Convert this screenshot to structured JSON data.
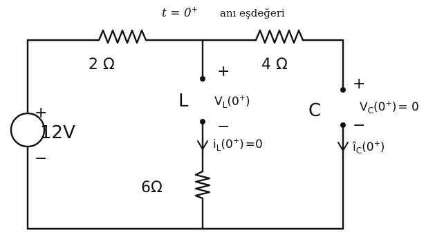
{
  "title": {
    "main": "t = 0",
    "sup": "+",
    "rest": "anı eşdeğeri"
  },
  "components": {
    "r_left": "2 Ω",
    "r_right": "4 Ω",
    "r_bottom": "6Ω",
    "inductor": "L",
    "capacitor": "C",
    "source": "12V"
  },
  "signs": {
    "plus": "+",
    "minus": "−"
  },
  "labels": {
    "vl": {
      "base": "V",
      "sub": "L",
      "arg_open": "(0",
      "arg_sup": "+",
      "arg_close": ")"
    },
    "vc": {
      "base": "V",
      "sub": "C",
      "arg_open": "(0",
      "arg_sup": "+",
      "arg_close": ")",
      "value": "= 0"
    },
    "il": {
      "base": "i",
      "sub": "L",
      "arg_open": "(0",
      "arg_sup": "+",
      "arg_close": ")",
      "value": "=0"
    },
    "ic": {
      "base": "î",
      "sub": "C",
      "arg_open": "(0",
      "arg_sup": "+",
      "arg_close": ")"
    }
  },
  "colors": {
    "ink": "#111111",
    "background": "#ffffff"
  }
}
